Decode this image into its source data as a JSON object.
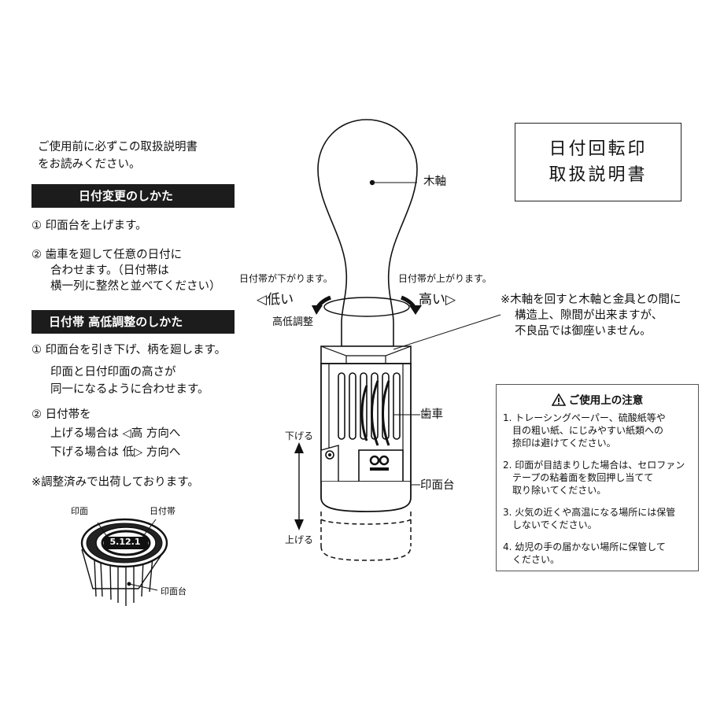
{
  "intro": {
    "line1": "ご使用前に必ずこの取扱説明書",
    "line2": "をお読みください。"
  },
  "title": {
    "line1": "日付回転印",
    "line2": "取扱説明書"
  },
  "section1": {
    "heading": "日付変更のしかた",
    "step1": "① 印面台を上げます。",
    "step2_l1": "② 歯車を廻して任意の日付に",
    "step2_l2": "合わせます。（日付帯は",
    "step2_l3": "横一列に整然と並べてください）"
  },
  "section2": {
    "heading": "日付帯 高低調整のしかた",
    "step1_l1": "① 印面台を引き下げ、柄を廻します。",
    "step1_l2": "印面と日付印面の高さが",
    "step1_l3": "同一になるように合わせます。",
    "step2_l1": "② 日付帯を",
    "step2_l2": "上げる場合は ◁高 方向へ",
    "step2_l3": "下げる場合は 低▷ 方向へ",
    "note": "※調整済みで出荷しております。"
  },
  "stamp_face_labels": {
    "face": "印面",
    "date_band": "日付帯",
    "base": "印面台",
    "date_display": "5.12.1"
  },
  "diagram": {
    "wood_handle": "木軸",
    "band_down": "日付帯が下がります。",
    "band_up": "日付帯が上がります。",
    "low": "◁低い",
    "high": "高い▷",
    "height_adjust": "高低調整",
    "gear": "歯車",
    "stamp_base": "印面台",
    "lower": "下げる",
    "raise": "上げる",
    "warning_l1": "※木軸を回すと木軸と金具との間に",
    "warning_l2": "構造上、隙間が出来ますが、",
    "warning_l3": "不良品では御座いません。"
  },
  "notice": {
    "heading": "ご使用上の注意",
    "items": [
      "1. トレーシングペーパー、硫酸紙等や",
      "目の粗い紙、にじみやすい紙類への",
      "捺印は避けてください。",
      "2. 印面が目詰まりした場合は、セロファン",
      "テープの粘着面を数回押し当てて",
      "取り除いてください。",
      "3. 火気の近くや高温になる場所には保管",
      "しないでください。",
      "4. 幼児の手の届かない場所に保管して",
      "ください。"
    ]
  }
}
